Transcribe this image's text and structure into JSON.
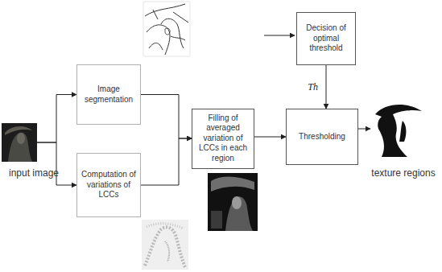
{
  "diagram": {
    "nodes": [
      {
        "text": [
          "input image"
        ]
      },
      {
        "text": [
          "Image segmentation"
        ]
      },
      {
        "text": [
          "Computation of variations of LCCs"
        ]
      },
      {
        "text": [
          "Filling of averaged variation of LCCs in each region"
        ]
      },
      {
        "text": [
          "Decision of optimal threshold"
        ]
      },
      {
        "text": [
          "Thresholding"
        ]
      },
      {
        "text": [
          "texture regions"
        ]
      }
    ],
    "edges": [
      {
        "from": 0,
        "to": 1,
        "arrow": "to"
      },
      {
        "from": 0,
        "to": 2,
        "arrow": "to"
      },
      {
        "from": 1,
        "to": 3,
        "arrow": "to"
      },
      {
        "from": 2,
        "to": 3,
        "arrow": "to"
      },
      {
        "from": 3,
        "to": 5,
        "arrow": "to"
      },
      {
        "from": 4,
        "to": 5,
        "label": "Th",
        "arrow": "to"
      },
      {
        "from": 5,
        "to": 6,
        "arrow": "to"
      }
    ]
  }
}
